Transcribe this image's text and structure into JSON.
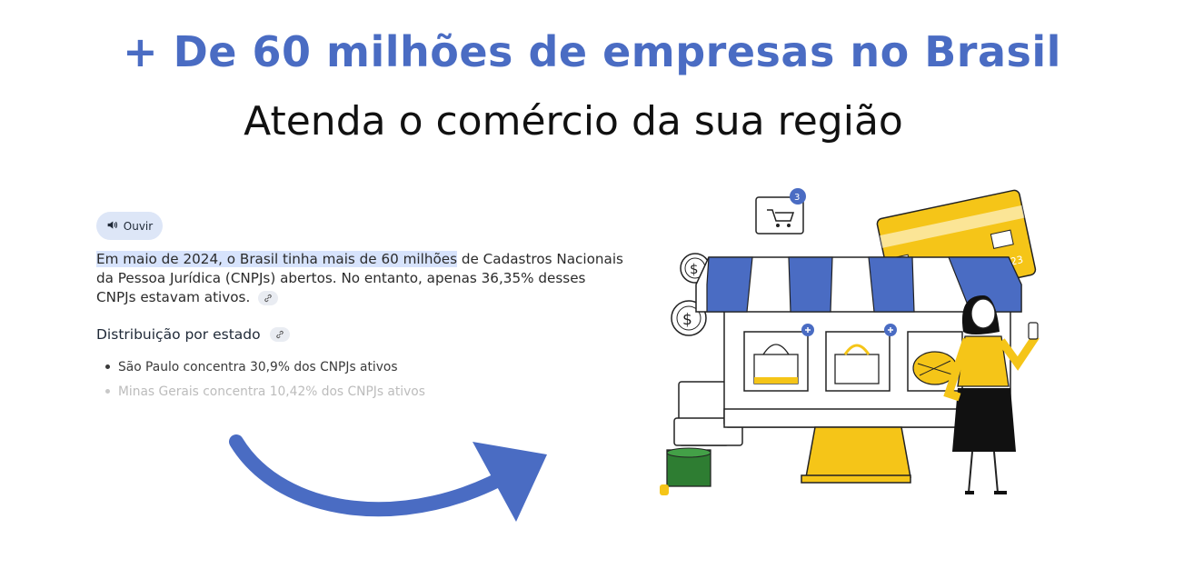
{
  "headline": "+ De 60 milhões de empresas no Brasil",
  "subheadline": "Atenda o comércio da sua região",
  "listen_button": {
    "label": "Ouvir",
    "icon": "speaker-icon"
  },
  "paragraph": {
    "highlighted": "Em maio de 2024, o Brasil tinha mais de 60 milhões",
    "rest": " de Cadastros Nacionais da Pessoa Jurídica (CNPJs) abertos. No entanto, apenas 36,35% desses CNPJs estavam ativos."
  },
  "section": {
    "title": "Distribuição por estado",
    "items": [
      "São Paulo concentra 30,9% dos CNPJs ativos",
      "Minas Gerais concentra 10,42% dos CNPJs ativos"
    ]
  },
  "illustration": {
    "cart_badge": "3",
    "card_number": "123",
    "currency_symbol": "$"
  },
  "colors": {
    "brand_blue": "#4a6cc3",
    "highlight": "#d7e3fc",
    "yellow": "#f5c518",
    "text_dark": "#111111"
  }
}
